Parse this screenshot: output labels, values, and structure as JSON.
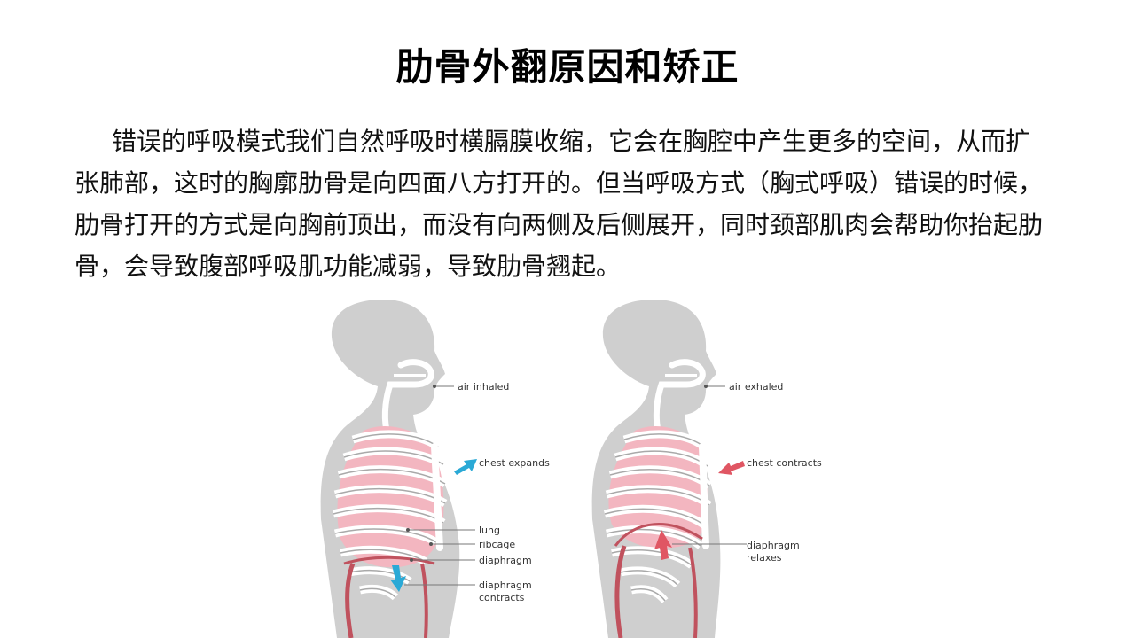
{
  "title": "肋骨外翻原因和矫正",
  "paragraph": "错误的呼吸模式我们自然呼吸时横膈膜收缩，它会在胸腔中产生更多的空间，从而扩张肺部，这时的胸廓肋骨是向四面八方打开的。但当呼吸方式（胸式呼吸）错误的时候，肋骨打开的方式是向胸前顶出，而没有向两侧及后侧展开，同时颈部肌肉会帮助你抬起肋骨，会导致腹部呼吸肌功能减弱，导致肋骨翘起。",
  "diagram": {
    "inhale": {
      "air_label": "air inhaled",
      "chest_label": "chest expands",
      "lung_label": "lung",
      "ribcage_label": "ribcage",
      "diaphragm_label": "diaphragm",
      "diaphragm_action_line1": "diaphragm",
      "diaphragm_action_line2": "contracts"
    },
    "exhale": {
      "air_label": "air exhaled",
      "chest_label": "chest contracts",
      "diaphragm_action_line1": "diaphragm",
      "diaphragm_action_line2": "relaxes"
    },
    "colors": {
      "body": "#cfcfcf",
      "lung": "#f3b6c0",
      "rib": "#ffffff",
      "rib_stroke": "#a9a9a9",
      "artery": "#c0525e",
      "arrow_blue": "#2aa9d6",
      "arrow_red": "#e05663",
      "leader": "#777777"
    }
  }
}
